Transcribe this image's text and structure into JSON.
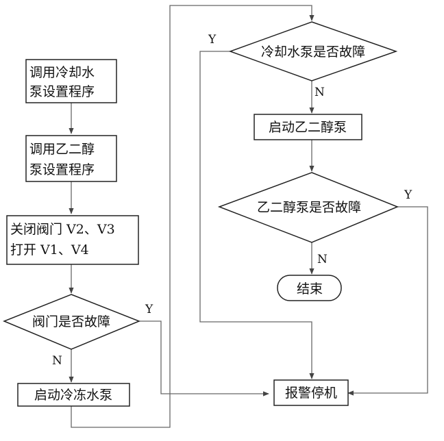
{
  "nodes": {
    "call_cooling_setup": {
      "line1": "调用冷却水",
      "line2": "泵设置程序"
    },
    "call_glycol_setup": {
      "line1": "调用乙二醇",
      "line2": "泵设置程序"
    },
    "valve_ops": {
      "line1": "关闭阀门 V2、V3",
      "line2": "打开 V1、V4"
    },
    "valve_fault": {
      "text": "阀门是否故障"
    },
    "start_chilled_pump": {
      "text": "启动冷冻水泵"
    },
    "cooling_pump_fault": {
      "text": "冷却水泵是否故障"
    },
    "start_glycol_pump": {
      "text": "启动乙二醇泵"
    },
    "glycol_pump_fault": {
      "text": "乙二醇泵是否故障"
    },
    "end": {
      "text": "结束"
    },
    "alarm_stop": {
      "text": "报警停机"
    }
  },
  "branch_labels": {
    "yes": "Y",
    "no": "N"
  }
}
